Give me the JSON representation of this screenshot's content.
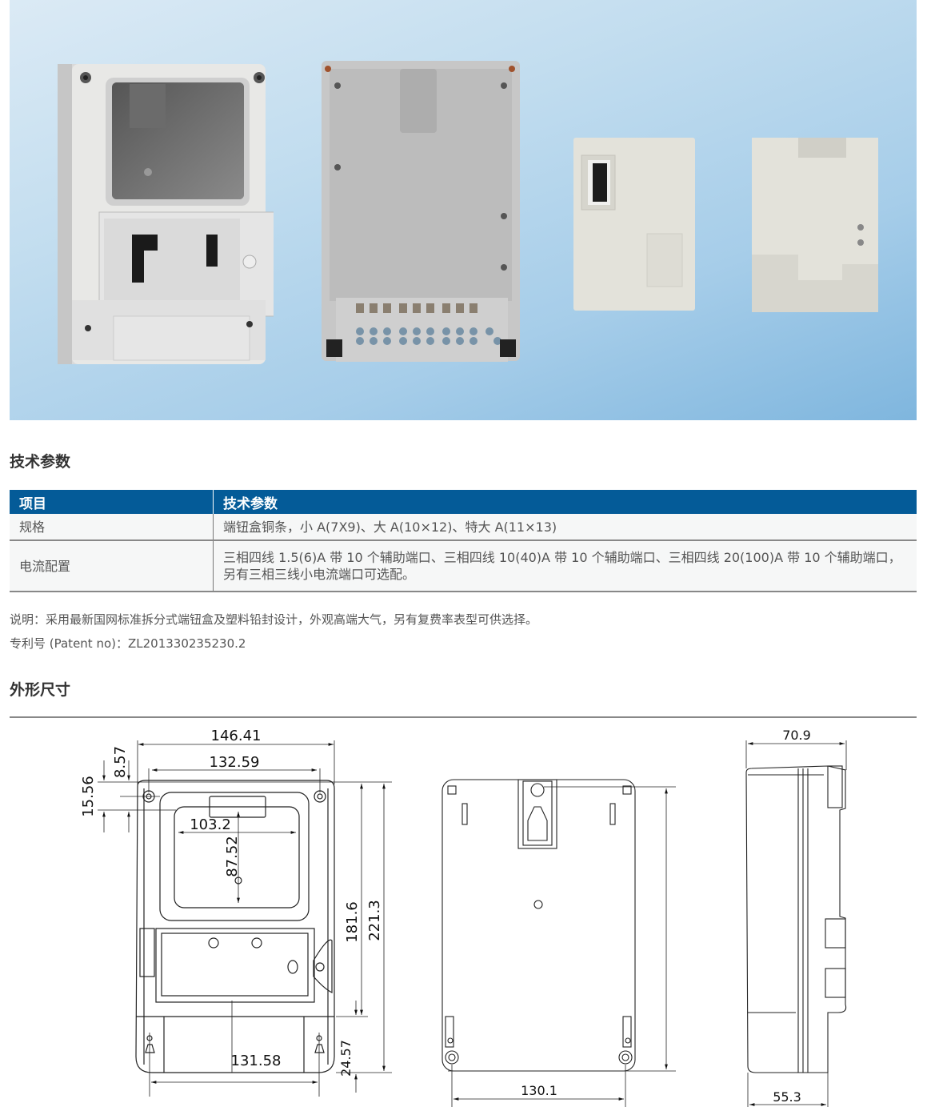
{
  "hero": {
    "products": [
      {
        "name": "meter-box-assembled-front"
      },
      {
        "name": "meter-box-base-interior-with-terminal-block"
      },
      {
        "name": "terminal-cover-front"
      },
      {
        "name": "terminal-cover-back"
      }
    ],
    "colors": {
      "bg_top": "#dbeaf5",
      "bg_bottom": "#7fb6de"
    }
  },
  "spec_section": {
    "title": "技术参数",
    "table": {
      "header_color": "#045b98",
      "headers": [
        "项目",
        "技术参数"
      ],
      "rows": [
        {
          "item": "规格",
          "value": "端钮盒铜条，小 A(7X9)、大 A(10×12)、特大 A(11×13)"
        },
        {
          "item": "电流配置",
          "value": "三相四线 1.5(6)A 带 10 个辅助端口、三相四线 10(40)A 带 10 个辅助端口、三相四线 20(100)A 带 10 个辅助端口，另有三相三线小电流端口可选配。"
        }
      ]
    }
  },
  "notes": {
    "description": "说明：采用最新国网标准拆分式端钮盒及塑料铅封设计，外观高端大气，另有复费率表型可供选择。",
    "patent": "专利号 (Patent no)：ZL201330235230.2"
  },
  "dimension_section": {
    "title": "外形尺寸",
    "front_view": {
      "overall_width": "146.41",
      "hole_spacing_top": "132.59",
      "window_width": "103.2",
      "window_height": "87.52",
      "top_offset_1": "8.57",
      "top_offset_2": "15.56",
      "height_to_cover": "181.6",
      "overall_height": "221.3",
      "bottom_hole_spacing": "131.58",
      "bottom_section_height": "24.57"
    },
    "back_view": {
      "bottom_hole_spacing": "130.1"
    },
    "side_view": {
      "overall_depth": "70.9",
      "base_depth": "55.3"
    }
  }
}
